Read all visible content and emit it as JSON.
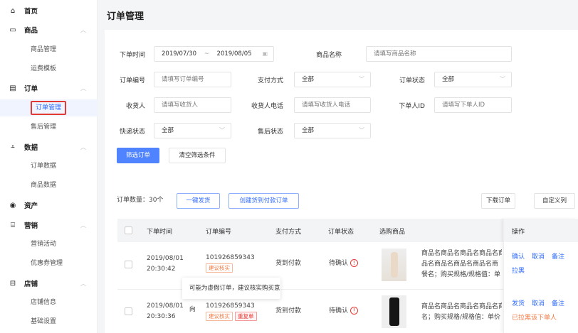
{
  "sidebar": {
    "groups": [
      {
        "label": "首页",
        "icon": "home-icon",
        "glyph": "⌂"
      },
      {
        "label": "商品",
        "icon": "goods-icon",
        "glyph": "▭",
        "items": [
          "商品管理",
          "运费模板"
        ]
      },
      {
        "label": "订单",
        "icon": "order-icon",
        "glyph": "▤",
        "items": [
          "订单管理",
          "售后管理"
        ]
      },
      {
        "label": "数据",
        "icon": "chart-icon",
        "glyph": "⸛",
        "items": [
          "订单数据",
          "商品数据"
        ]
      },
      {
        "label": "资产",
        "icon": "asset-icon",
        "glyph": "◉"
      },
      {
        "label": "营销",
        "icon": "gift-icon",
        "glyph": "⌸",
        "items": [
          "营销活动",
          "优惠券管理"
        ]
      },
      {
        "label": "店铺",
        "icon": "store-icon",
        "glyph": "⊟",
        "items": [
          "店铺信息",
          "基础设置"
        ]
      }
    ],
    "active": "订单管理"
  },
  "page": {
    "title": "订单管理"
  },
  "filters": {
    "order_time_label": "下单时间",
    "date_start": "2019/07/30",
    "date_sep": "~",
    "date_end": "2019/08/05",
    "product_name_label": "商品名称",
    "product_name_ph": "请填写商品名称",
    "order_no_label": "订单编号",
    "order_no_ph": "请填写订单编号",
    "pay_label": "支付方式",
    "pay_value": "全部",
    "status_label": "订单状态",
    "status_value": "全部",
    "receiver_label": "收货人",
    "receiver_ph": "请填写收货人",
    "phone_label": "收货人电话",
    "phone_ph": "请填写收货人电话",
    "buyer_id_label": "下单人ID",
    "buyer_id_ph": "请填写下单人ID",
    "express_label": "快递状态",
    "express_value": "全部",
    "aftersale_label": "售后状态",
    "aftersale_value": "全部",
    "filter_btn": "筛选订单",
    "clear_btn": "清空筛选条件"
  },
  "toolbar": {
    "count": "订单数量：30个",
    "ship_btn": "一键发货",
    "cod_btn": "创建货到付款订单",
    "download_btn": "下载订单",
    "custom_btn": "自定义列"
  },
  "table": {
    "headers": [
      "下单时间",
      "订单编号",
      "支付方式",
      "订单状态",
      "选购商品",
      "操作"
    ],
    "rows": [
      {
        "date": "2019/08/01",
        "time": "20:30:42",
        "order_no": "101926859343",
        "tags": [
          "建议核实"
        ],
        "pay": "货到付款",
        "status": "待确认",
        "product": [
          "商品名商品名商品名商品名商",
          "品名商品名商品名商品名商",
          "餐名；购买规格/规格值：单"
        ],
        "actions": [
          "确认",
          "取消",
          "备注",
          "拉黑"
        ]
      },
      {
        "date": "2019/08/01",
        "time": "20:30:36",
        "order_no": "101926859343",
        "tags": [
          "建议核实",
          "重复单"
        ],
        "pay": "货到付款",
        "status": "待确认",
        "product": [
          "商品名商品名商品名商品名商",
          "名；购买规格/规格值：单价"
        ],
        "actions": [
          "发货",
          "取消",
          "备注"
        ],
        "blacklisted": "已拉黑该下单人"
      }
    ]
  },
  "tooltip": "可能为虚假订单，建议核实购买意向",
  "colors": {
    "primary": "#2f6bff",
    "danger": "#e53935",
    "warning": "#f27a45"
  }
}
